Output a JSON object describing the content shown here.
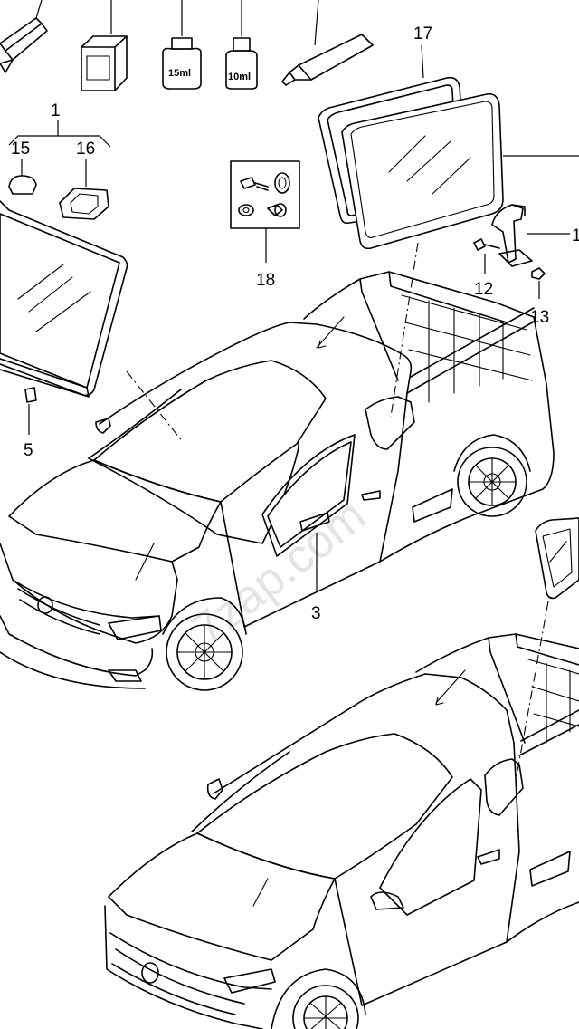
{
  "diagram": {
    "watermark": "7zap.com",
    "callouts": {
      "c1": "1",
      "c3": "3",
      "c5": "5",
      "c12": "12",
      "c13": "13",
      "c15": "15",
      "c16": "16",
      "c17": "17",
      "c18": "18",
      "c1_edge": "1"
    },
    "package_labels": {
      "bottle_15ml": "15ml",
      "bottle_10ml": "10ml"
    }
  }
}
